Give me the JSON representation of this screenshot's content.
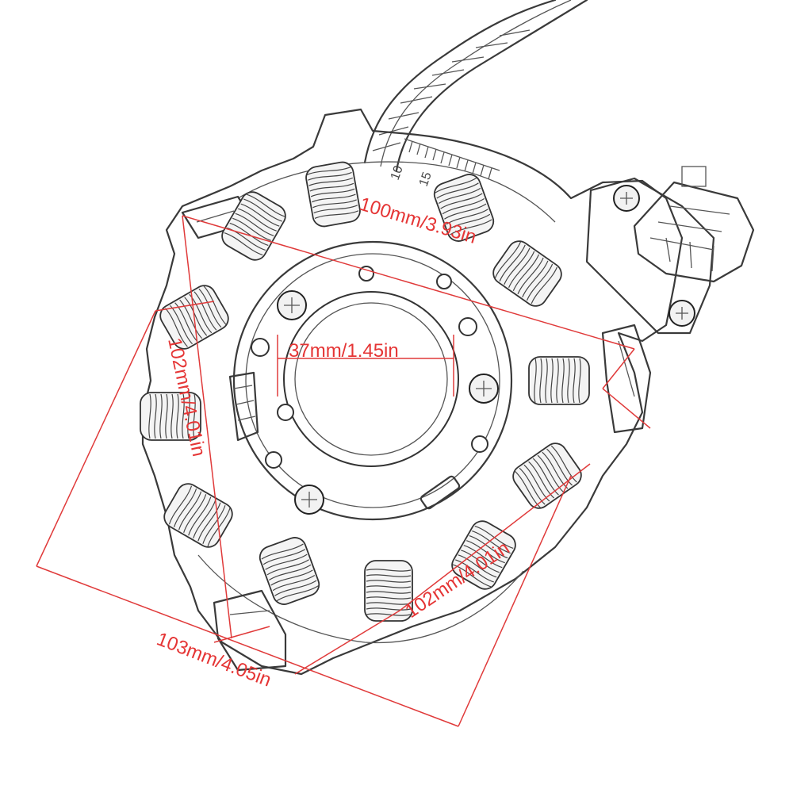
{
  "dimensions": {
    "top_width": "100mm/3.93in",
    "inner_bore": "37mm/1.45in",
    "left_height": "102mm/4.01in",
    "right_height": "102mm/4.01in",
    "bottom_width": "103mm/4.05in"
  },
  "timing_scale": {
    "labels": [
      "10",
      "15"
    ]
  },
  "colors": {
    "dimension": "#e53535",
    "sketch": "#3a3a3a"
  }
}
